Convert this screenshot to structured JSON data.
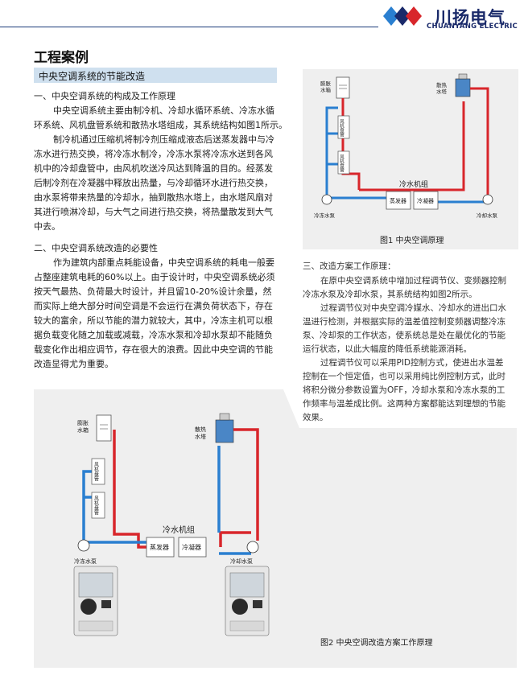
{
  "brand": {
    "name_cn": "川扬电气",
    "name_en": "CHUANYANG ELECTRIC"
  },
  "page_title": "工程案例",
  "section_heading": "中央空调系统的节能改造",
  "sec1": {
    "heading": "一、中央空调系统的构成及工作原理",
    "lines": [
      "中央空调系统主要由制冷机、冷却水循环系统、冷冻水循",
      "环系统、风机盘管系统和散热水塔组成，其系统结构如图1所示。",
      "制冷机通过压缩机将制冷剂压缩成液态后送蒸发器中与冷",
      "冻水进行热交换，将冷冻水制冷，冷冻水泵将冷冻水送到各风",
      "机中的冷却盘管中，由风机吹送冷风达到降温的目的。经蒸发",
      "后制冷剂在冷凝器中释放出热量，与冷却循环水进行热交换，",
      "由水泵将带来热量的冷却水，抽到散热水塔上，由水塔风扇对",
      "其进行喷淋冷却，与大气之间进行热交换，将热量散发到大气",
      "中去。"
    ]
  },
  "sec2": {
    "heading": "二、中央空调系统改造的必要性",
    "lines": [
      "作为建筑内部重点耗能设备，中央空调系统的耗电一般要",
      "占整座建筑电耗的60%以上。由于设计时，中央空调系统必须",
      "按天气最热、负荷最大时设计，并且留10-20%设计余量，然",
      "而实际上绝大部分时间空调是不会运行在满负荷状态下，存在",
      "较大的富余，所以节能的潜力就较大，其中，冷冻主机可以根",
      "据负载变化随之加载或减载，冷冻水泵和冷却水泵却不能随负",
      "载变化作出相应调节，存在很大的浪费。因此中央空调的节能",
      "改造显得尤为重要。"
    ]
  },
  "sec3": {
    "heading": "三、改造方案工作原理：",
    "lines": [
      "在原中央空调系统中增加过程调节仪、变频器控制",
      "冷冻水泵及冷却水泵，其系统结构如图2所示。",
      "过程调节仪对中央空调冷媒水、冷却水的进出口水",
      "温进行检测，并根据实际的温差值控制变频器调整冷冻",
      "泵、冷却泵的工作状态，使系统总是处在最优化的节能",
      "运行状态，以此大幅度的降低系统能源消耗。",
      "过程调节仪可以采用PID控制方式，使进出水温差",
      "控制在一个恒定值，也可以采用纯比例控制方式，此时",
      "将积分微分参数设置为OFF，冷却水泵和冷冻水泵的工",
      "作频率与温差成比例。这两种方案都能达到理想的节能",
      "效果。"
    ]
  },
  "fig1": {
    "caption": "图1  中央空调原理",
    "labels": {
      "tank": "膨胀\n水箱",
      "tower": "散热\n水塔",
      "fan": "风机盘管",
      "group": "冷水机组",
      "evap": "蒸发器",
      "cond": "冷凝器",
      "pump_chilled": "冷冻水泵",
      "pump_cool": "冷却水泵"
    }
  },
  "fig2": {
    "caption": "图2  中央空调改造方案工作原理",
    "labels": {
      "tank": "膨胀\n水箱",
      "tower": "散热\n水塔",
      "fan": "风机盘管",
      "group": "冷水机组",
      "evap": "蒸发器",
      "cond": "冷凝器",
      "pump_chilled": "冷冻水泵",
      "pump_cool": "冷却水泵"
    }
  },
  "colors": {
    "hot": "#d8262b",
    "cold": "#2a7fd0",
    "brand": "#1a2a6a",
    "panel": "#efefef",
    "bar": "#cfe0ef"
  }
}
